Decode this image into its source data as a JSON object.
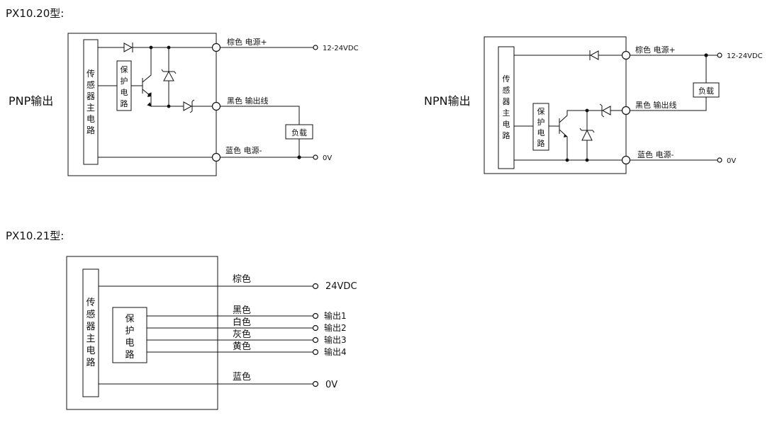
{
  "colors": {
    "line": "#111111",
    "background": "#ffffff"
  },
  "labels": {
    "model_20": "PX10.20型:",
    "model_21": "PX10.21型:",
    "pnp_output": "PNP输出",
    "npn_output": "NPN输出"
  },
  "blocks": {
    "main_circuit": [
      "传",
      "感",
      "器",
      "主",
      "电",
      "路"
    ],
    "protection": [
      "保",
      "护",
      "电",
      "路"
    ],
    "load": "负载"
  },
  "wires": {
    "brown_power": "棕色  电源+",
    "black_output": "黑色  输出线",
    "blue_power": "蓝色  电源-",
    "brown": "棕色",
    "black": "黑色",
    "white": "白色",
    "gray": "灰色",
    "yellow": "黄色",
    "blue": "蓝色"
  },
  "terminals": {
    "v_12_24": "12-24VDC",
    "v_24": "24VDC",
    "zero_v": "0V",
    "out1": "输出1",
    "out2": "输出2",
    "out3": "输出3",
    "out4": "输出4"
  }
}
